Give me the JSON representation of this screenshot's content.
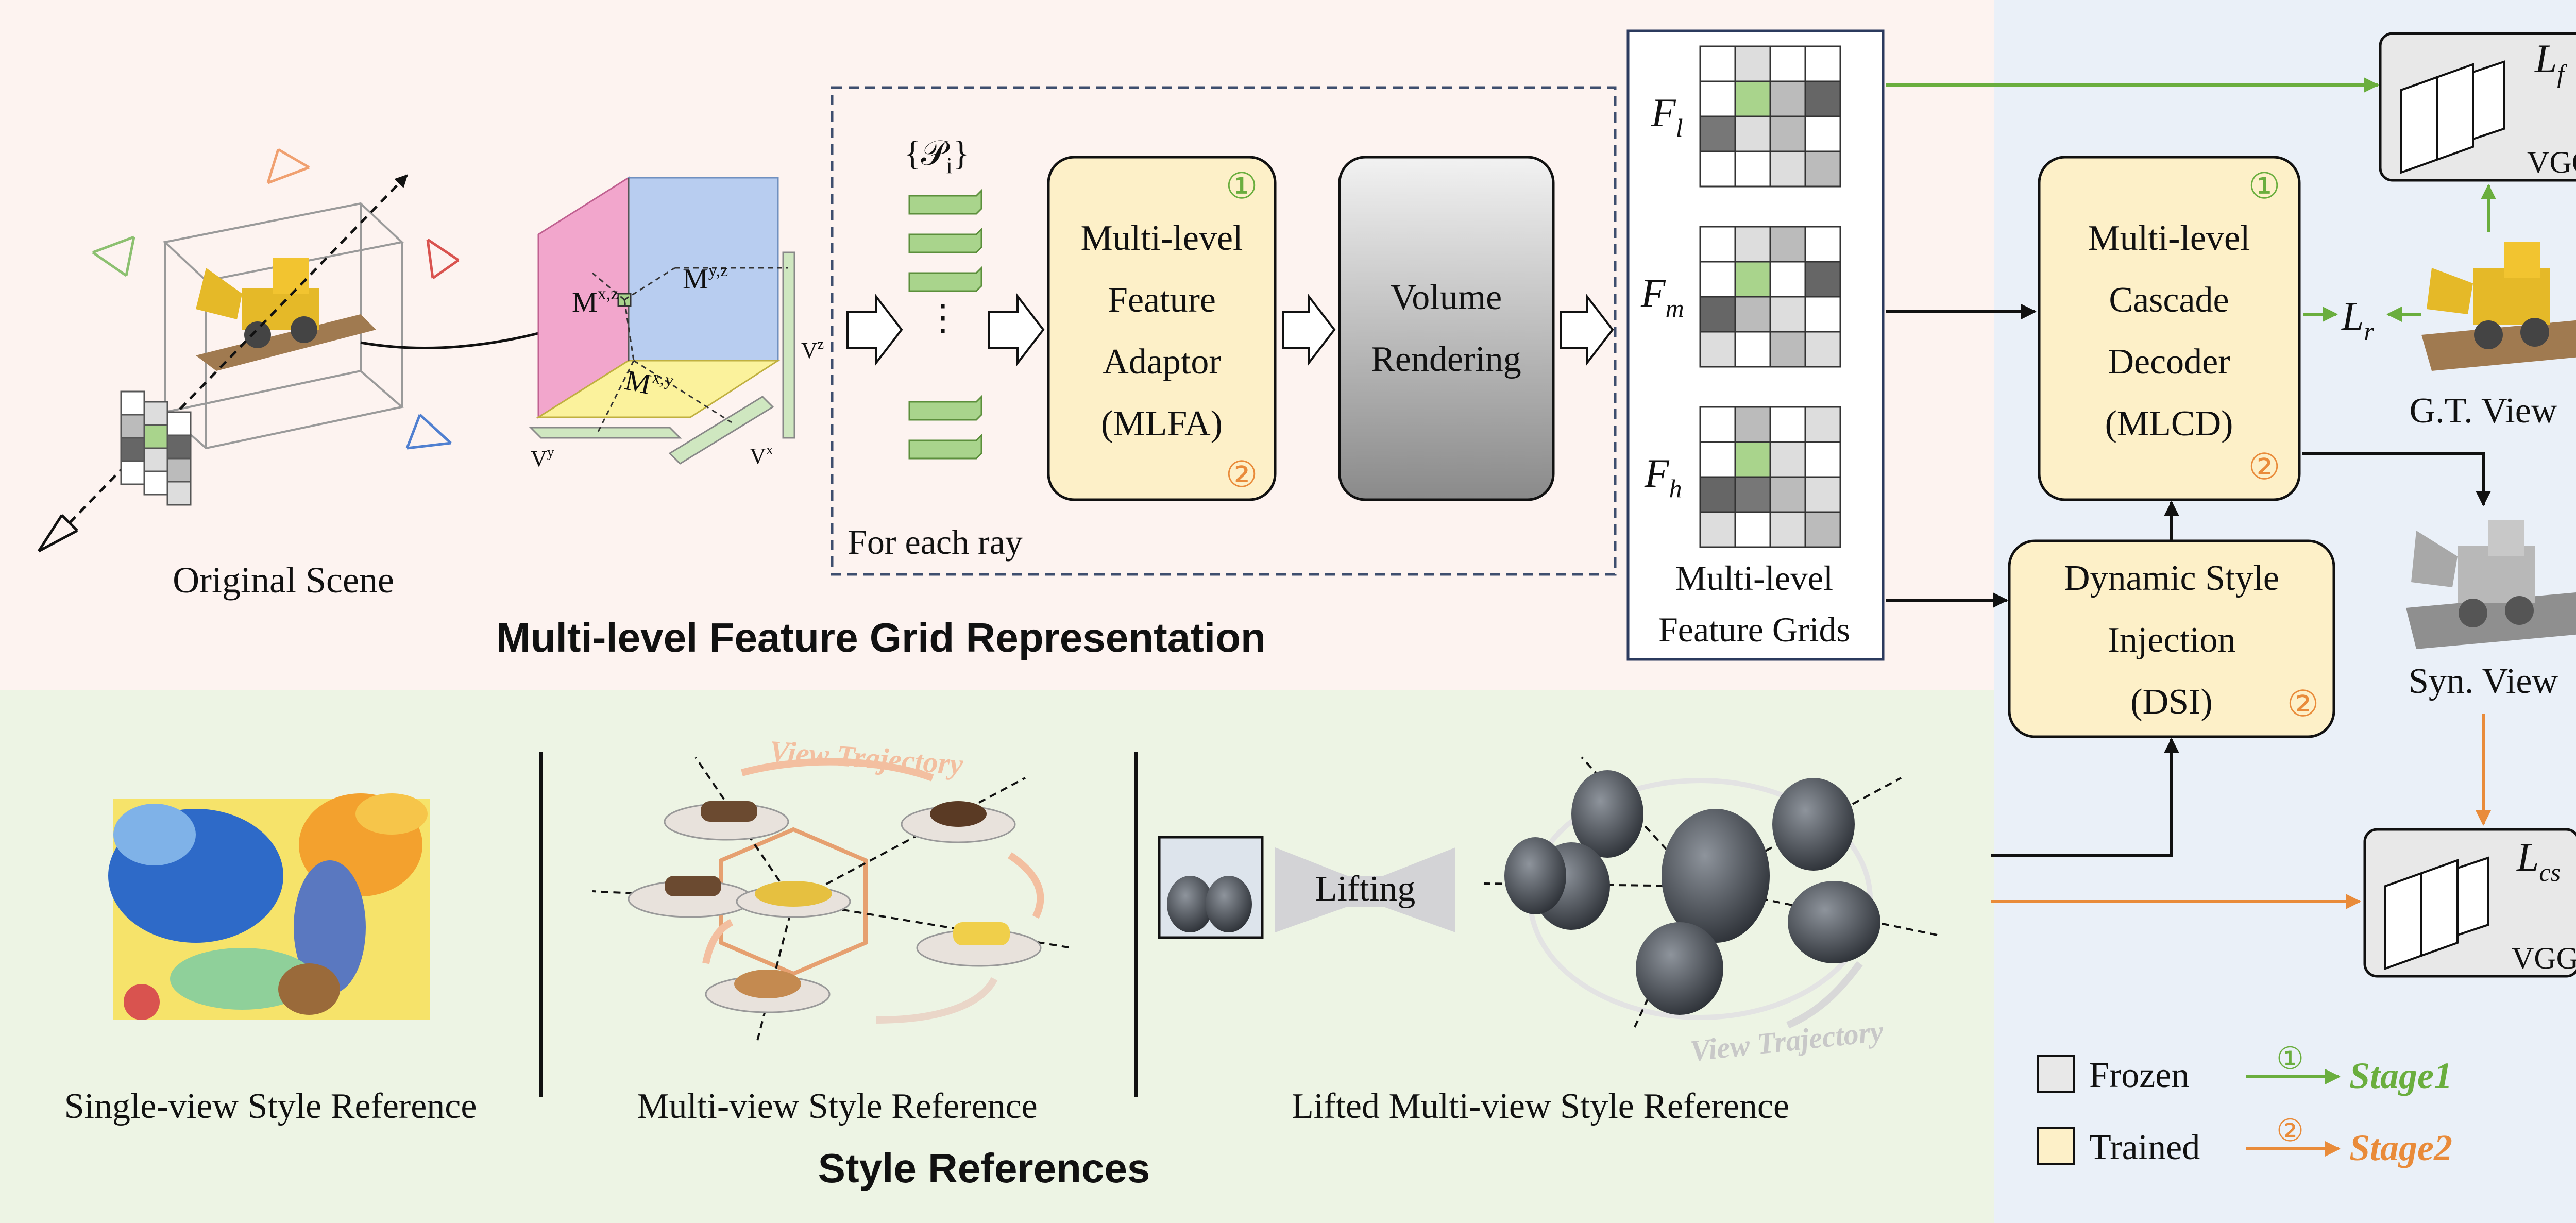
{
  "sections": {
    "grid_representation": "Multi-level Feature Grid Representation",
    "style_references": "Style References"
  },
  "scene": {
    "caption": "Original Scene",
    "planes": {
      "xz": "M",
      "xz_sup": "x,z",
      "yz": "M",
      "yz_sup": "y,z",
      "xy": "M",
      "xy_sup": "x,y"
    },
    "vectors": {
      "z": "V",
      "z_sup": "z",
      "y": "V",
      "y_sup": "y",
      "x": "V",
      "x_sup": "x"
    }
  },
  "ray_block": {
    "points_label": "{𝒫",
    "points_sub": "i",
    "points_close": "}",
    "dots": "·\n·\n·",
    "for_each_ray": "For each ray"
  },
  "mlfa": {
    "lines": [
      "Multi-level",
      "Feature",
      "Adaptor",
      "(MLFA)"
    ],
    "stage_top": "①",
    "stage_bottom": "②"
  },
  "volume_rendering": {
    "lines": [
      "Volume",
      "Rendering"
    ]
  },
  "feature_grids": {
    "labels": [
      {
        "main": "F",
        "sub": "l"
      },
      {
        "main": "F",
        "sub": "m"
      },
      {
        "main": "F",
        "sub": "h"
      }
    ],
    "caption": [
      "Multi-level",
      "Feature Grids"
    ]
  },
  "mlcd": {
    "lines": [
      "Multi-level",
      "Cascade",
      "Decoder",
      "(MLCD)"
    ],
    "stage_top": "①",
    "stage_bottom": "②"
  },
  "dsi": {
    "lines": [
      "Dynamic Style",
      "Injection",
      "(DSI)"
    ],
    "stage": "②"
  },
  "vgg_top": {
    "label": "VGG",
    "loss": "L",
    "loss_sub": "f"
  },
  "vgg_bottom": {
    "label": "VGG",
    "loss": "L",
    "loss_sub": "cs"
  },
  "loss_r": {
    "main": "L",
    "sub": "r"
  },
  "gt_view": "G.T. View",
  "syn_view": "Syn. View",
  "style_refs": {
    "single": "Single-view Style Reference",
    "multi": "Multi-view Style Reference",
    "lifted": "Lifted Multi-view Style Reference",
    "view_trajectory_1": "View Trajectory",
    "view_trajectory_2": "View Trajectory",
    "lifting": "Lifting"
  },
  "legend": {
    "frozen": "Frozen",
    "trained": "Trained",
    "stage1_num": "①",
    "stage1": "Stage1",
    "stage2_num": "②",
    "stage2": "Stage2"
  },
  "colors": {
    "top_bg": "#fdf3f0",
    "bottom_bg": "#edf4e4",
    "right_bg": "#eaf0f8",
    "trained_fill": "#fdf0c8",
    "frozen_fill": "#e8e8e8",
    "stage1": "#6aae3e",
    "stage2": "#e98b3a",
    "grid_green": "#a9d48c",
    "dashed_border": "#3e4e6e"
  }
}
